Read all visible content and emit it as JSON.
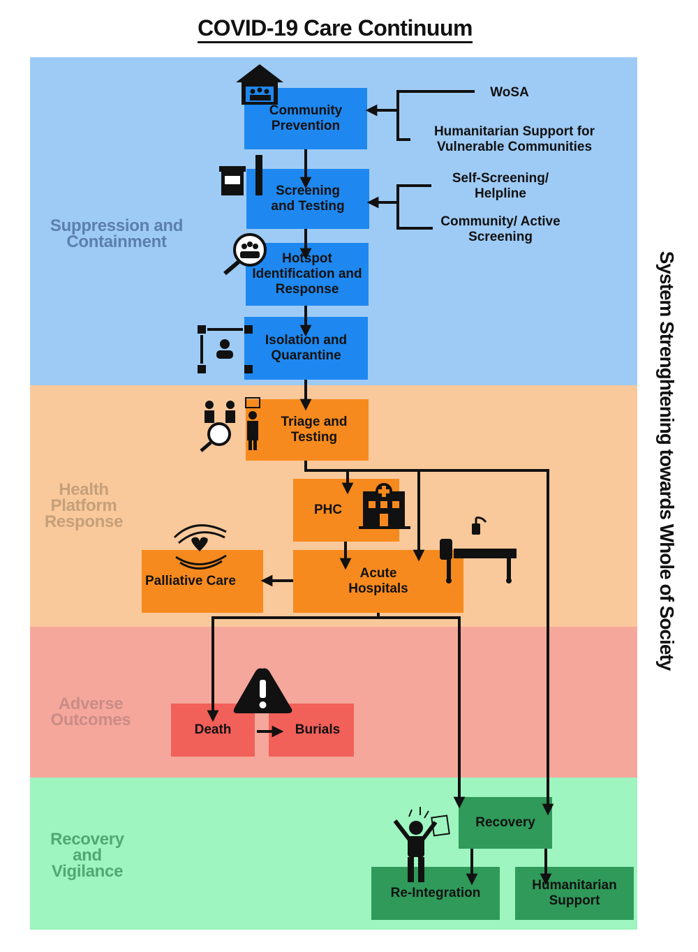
{
  "title": "COVID-19 Care Continuum",
  "side_label": "System Strenghtening towards Whole of Society",
  "colors": {
    "suppression_band": "#9ecbf5",
    "health_band": "#f9c99b",
    "adverse_band": "#f6a79c",
    "recovery_band": "#9ef5c0",
    "blue_box": "#1e88f0",
    "orange_box": "#f78a1e",
    "red_box": "#f2605a",
    "green_box": "#2f9a5a"
  },
  "bands": {
    "suppression": "Suppression and Containment",
    "health": "Health Platform Response",
    "adverse": "Adverse Outcomes",
    "recovery": "Recovery and Vigilance"
  },
  "boxes": {
    "community_prevention": "Community Prevention",
    "screening_testing": "Screening and Testing",
    "hotspot": "Hotspot Identification and Response",
    "isolation": "Isolation and Quarantine",
    "triage": "Triage and Testing",
    "phc": "PHC",
    "acute": "Acute Hospitals",
    "palliative": "Palliative Care",
    "death": "Death",
    "burials": "Burials",
    "recovery": "Recovery",
    "reintegration": "Re-Integration",
    "humanitarian": "Humanitarian Support"
  },
  "inputs": {
    "wosa": "WoSA",
    "humanitarian_vulnerable": "Humanitarian Support for Vulnerable Communities",
    "self_screening": "Self-Screening/ Helpline",
    "community_screening": "Community/ Active Screening"
  },
  "icons": [
    "home-community-icon",
    "test-tube-icon",
    "magnifier-people-icon",
    "isolation-person-icon",
    "triage-people-icon",
    "hospital-building-icon",
    "hospital-bed-icon",
    "care-hands-heart-icon",
    "warning-icon",
    "celebrating-person-icon"
  ]
}
